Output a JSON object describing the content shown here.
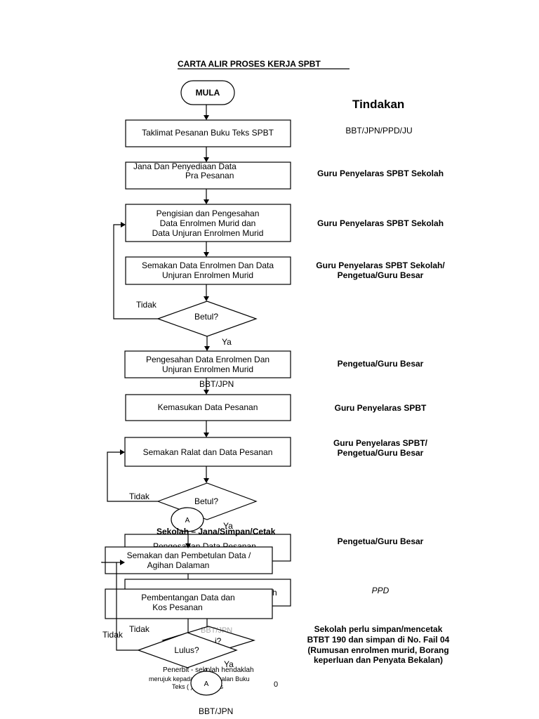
{
  "title": "CARTA ALIR PROSES KERJA SPBT",
  "column_header": "Tindakan",
  "start": "MULA",
  "steps": {
    "s1": "Taklimat Pesanan Buku Teks SPBT",
    "s2a": "Jana Dan Penyediaan Data",
    "s2b": "Pra Pesanan",
    "s3a": "Pengisian dan Pengesahan",
    "s3b": "Data Enrolmen Murid dan",
    "s3c": "Data Unjuran Enrolmen Murid",
    "s4a": "Semakan Data Enrolmen Dan Data",
    "s4b": "Unjuran Enrolmen Murid",
    "d1": "Betul?",
    "s5a": "Pengesahan Data Enrolmen Dan",
    "s5b": "Unjuran Enrolmen Murid",
    "s6": "Kemasukan Data Pesanan",
    "s7": "Semakan Ralat dan Data Pesanan",
    "d2": "Betul?",
    "connector": "A",
    "s8_overlap": "Sekolah – Jana/Simpan/Cetak",
    "s8_hidden": "Pengesahan Data Pesanan",
    "s9a": "Semakan dan Pembetulan Data /",
    "s9b": "Agihan Dalaman",
    "s10_hidden": "h",
    "s11a": "Pembentangan Data dan",
    "s11b": "Kos Pesanan",
    "d3": "Lulus?",
    "d3_hidden": "i?",
    "note_a": "Penerbit - sekolah hendaklah",
    "note_b": "merujuk kepada Data Bekalan Buku",
    "note_c": "Teks (     ) dan Invois",
    "stray_zero": "0"
  },
  "labels": {
    "tidak": "Tidak",
    "ya": "Ya",
    "bbt_jpn": "BBT/JPN"
  },
  "actions": {
    "a1": "BBT/JPN/PPD/JU",
    "a2": "Guru Penyelaras SPBT Sekolah",
    "a3": "Guru Penyelaras SPBT Sekolah",
    "a4a": "Guru Penyelaras SPBT Sekolah/",
    "a4b": "Pengetua/Guru Besar",
    "a5": "Pengetua/Guru Besar",
    "a6": "Guru Penyelaras SPBT",
    "a7a": "Guru Penyelaras SPBT/",
    "a7b": "Pengetua/Guru Besar",
    "a8": "Pengetua/Guru Besar",
    "a9": "PPD",
    "a10a": "Sekolah perlu simpan/mencetak",
    "a10b": "BTBT 190 dan simpan di No. Fail 04",
    "a10c": "(Rumusan enrolmen murid, Borang",
    "a10d": "keperluan dan Penyata Bekalan)"
  }
}
